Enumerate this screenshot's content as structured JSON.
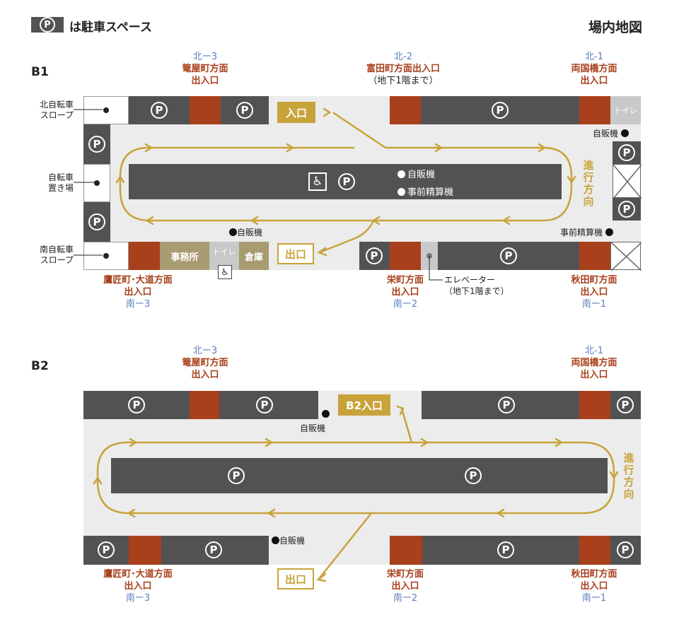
{
  "header": {
    "legend_symbol": "P",
    "legend_text": "は駐車スペース",
    "title": "場内地図"
  },
  "b1": {
    "floor": "B1",
    "exits_top": [
      {
        "code": "北ー3",
        "name": "篭屋町方面",
        "sub": "出入口"
      },
      {
        "code": "北-2",
        "name": "富田町方面出入口",
        "sub": "（地下1階まで）"
      },
      {
        "code": "北-1",
        "name": "両国橋方面",
        "sub": "出入口"
      }
    ],
    "exits_bottom": [
      {
        "name": "鷹匠町･大道方面",
        "sub": "出入口",
        "code": "南ー3"
      },
      {
        "name": "栄町方面",
        "sub": "出入口",
        "code": "南ー2"
      },
      {
        "name": "秋田町方面",
        "sub": "出入口",
        "code": "南ー1"
      }
    ],
    "left_labels": [
      {
        "l1": "北自転車",
        "l2": "スロープ"
      },
      {
        "l1": "自転車",
        "l2": "置き場"
      },
      {
        "l1": "南自転車",
        "l2": "スロープ"
      }
    ],
    "entrance": "入口",
    "exit": "出口",
    "direction": [
      "進",
      "行",
      "方",
      "向"
    ],
    "toilet": "トイレ",
    "office": "事務所",
    "storage": "倉庫",
    "vending": "自販機",
    "vending_center": "自販機",
    "prepay_center": "事前精算機",
    "prepay_right": "事前精算機",
    "elevator": "エレベーター",
    "elevator_sub": "（地下1階まで）"
  },
  "b2": {
    "floor": "B2",
    "exits_top": [
      {
        "code": "北ー3",
        "name": "篭屋町方面",
        "sub": "出入口"
      },
      {
        "code": "北-1",
        "name": "両国橋方面",
        "sub": "出入口"
      }
    ],
    "exits_bottom": [
      {
        "name": "鷹匠町･大道方面",
        "sub": "出入口",
        "code": "南ー3"
      },
      {
        "name": "栄町方面",
        "sub": "出入口",
        "code": "南ー2"
      },
      {
        "name": "秋田町方面",
        "sub": "出入口",
        "code": "南ー1"
      }
    ],
    "entrance": "B2入口",
    "exit": "出口",
    "direction": [
      "進",
      "行",
      "方",
      "向"
    ],
    "vending_top": "自販機",
    "vending_bottom": "自販機"
  },
  "icons": {
    "parking": "parking-icon",
    "wheelchair": "wheelchair-icon",
    "vending_dot": "dot-icon",
    "arrow": "arrow-icon"
  },
  "colors": {
    "road": "#c8a33a",
    "stall": "#525252",
    "exit_ramp": "#a8401c",
    "floor": "#ececec",
    "label_name": "#a8401c",
    "label_code": "#5a7fc0"
  }
}
